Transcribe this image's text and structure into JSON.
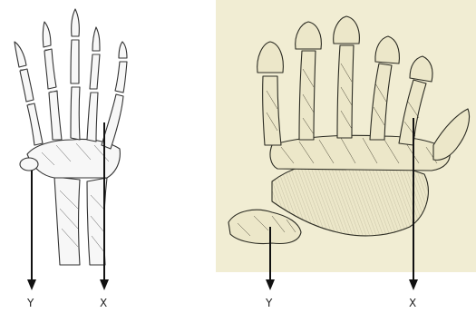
{
  "left_panel": {
    "labels": {
      "y": "Y",
      "x": "X"
    },
    "background": "#ffffff"
  },
  "right_panel": {
    "labels": {
      "y": "Y",
      "x": "X"
    },
    "background": "#f1edd3"
  }
}
